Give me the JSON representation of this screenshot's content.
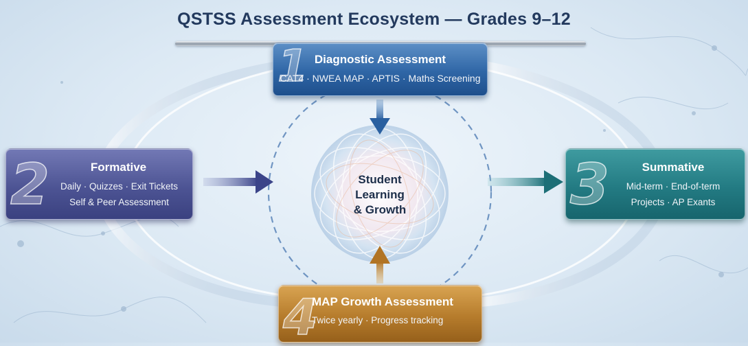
{
  "title": "QSTSS Assessment Ecosystem — Grades 9–12",
  "center": {
    "line1": "Student",
    "line2": "Learning",
    "line3": "& Growth"
  },
  "stages": {
    "diagnostic": {
      "number": "1",
      "title": "Diagnostic Assessment",
      "subtitle": "CAT4 · NWEA MAP · APTIS · Maths Screening",
      "color": "#2f66a6"
    },
    "formative": {
      "number": "2",
      "title": "Formative",
      "line1": "Daily · Quizzes · Exit Tickets",
      "line2": "Self & Peer Assessment",
      "color": "#4d5494"
    },
    "summative": {
      "number": "3",
      "title": "Summative",
      "line1": "Mid-term · End-of-term",
      "line2": "Projects · AP Exants",
      "color": "#237b83"
    },
    "map_growth": {
      "number": "4",
      "title": "MAP Growth Assessment",
      "subtitle": "Twice yearly · Progress tracking",
      "color": "#b67c2c"
    }
  }
}
